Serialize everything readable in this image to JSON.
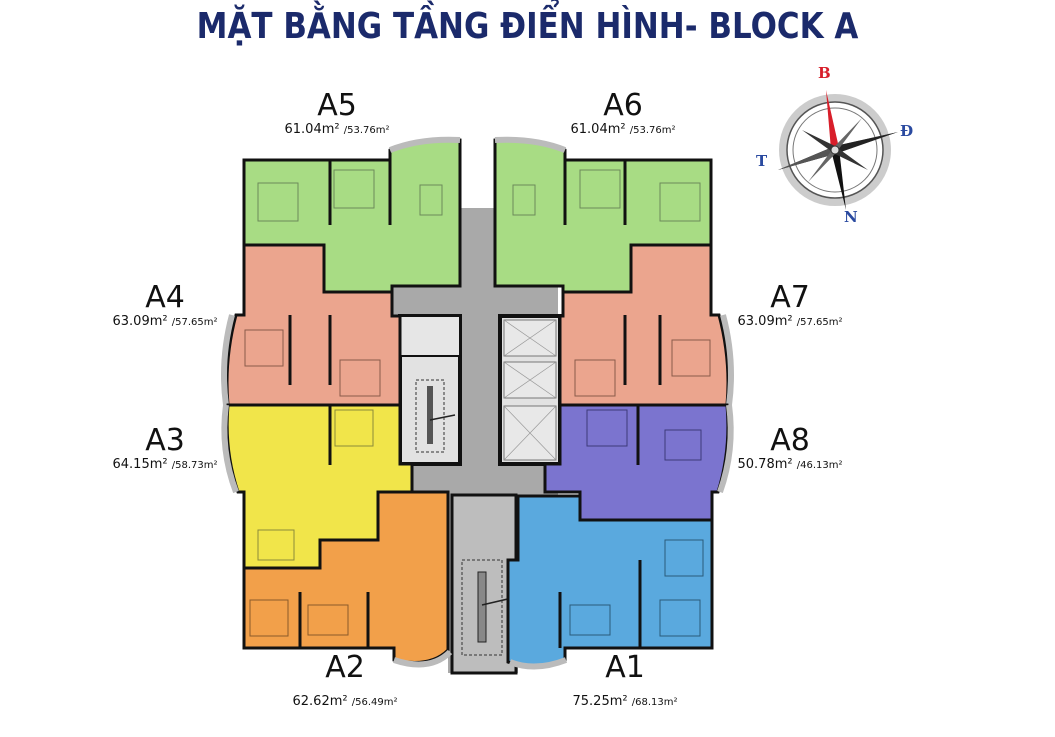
{
  "title": "MẶT BẰNG TẦNG ĐIỂN HÌNH- BLOCK A",
  "units": [
    {
      "id": "A1",
      "name": "A1",
      "gross_area": "75.25m²",
      "net_area": "/68.13m²",
      "color": "#5aa9de"
    },
    {
      "id": "A2",
      "name": "A2",
      "gross_area": "62.62m²",
      "net_area": "/56.49m²",
      "color": "#f2a04a"
    },
    {
      "id": "A3",
      "name": "A3",
      "gross_area": "64.15m²",
      "net_area": "/58.73m²",
      "color": "#f1e54a"
    },
    {
      "id": "A4",
      "name": "A4",
      "gross_area": "63.09m²",
      "net_area": "/57.65m²",
      "color": "#eba58e"
    },
    {
      "id": "A5",
      "name": "A5",
      "gross_area": "61.04m²",
      "net_area": "/53.76m²",
      "color": "#a8dc84"
    },
    {
      "id": "A6",
      "name": "A6",
      "gross_area": "61.04m²",
      "net_area": "/53.76m²",
      "color": "#a8dc84"
    },
    {
      "id": "A7",
      "name": "A7",
      "gross_area": "63.09m²",
      "net_area": "/57.65m²",
      "color": "#eba58e"
    },
    {
      "id": "A8",
      "name": "A8",
      "gross_area": "50.78m²",
      "net_area": "/46.13m²",
      "color": "#7b74cf"
    }
  ],
  "compass": {
    "north": "B",
    "east": "Đ",
    "south": "N",
    "west": "T",
    "north_color": "#d81e2a",
    "letter_color": "#2a4aa0"
  },
  "core": {
    "corridor_color": "#a9a9a9",
    "stair_color": "#e2e2e2"
  }
}
